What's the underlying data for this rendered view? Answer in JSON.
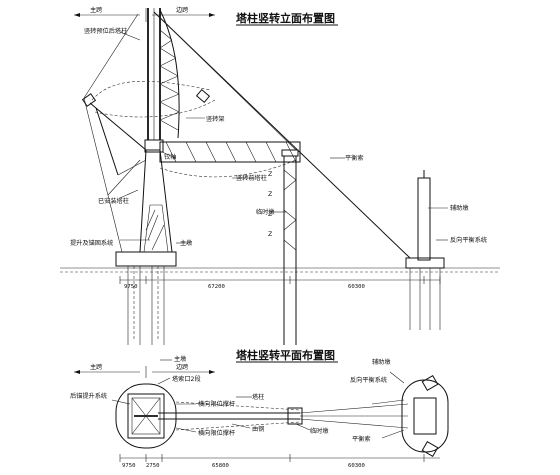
{
  "elevation": {
    "title": "塔柱竖转立面布置图",
    "labels": {
      "main_span": "主跨",
      "side_span": "边跨",
      "preposition_tower": "竖转预位后塔柱",
      "tower_frame": "竖转架",
      "hinge": "铰轴",
      "rotated_tower": "竖转前塔柱",
      "installed_tower": "已安装塔柱",
      "lift_anchor": "提升及锚固系统",
      "main_pier": "主墩",
      "temp_pier": "临时墩",
      "balance_cable": "平衡索",
      "aux_pier": "辅助墩",
      "reverse_balance": "反向平衡系统"
    },
    "dimensions": [
      "9750",
      "67200",
      "60300"
    ]
  },
  "plan": {
    "title": "塔柱竖转平面布置图",
    "labels": {
      "main_span": "主跨",
      "side_span": "边跨",
      "main_pier": "主墩",
      "tower_cable_2": "塔索口2段",
      "rear_anchor_lift": "后锚提升系统",
      "lateral_brace": "横向限位撑杆",
      "tower_column": "塔柱",
      "lateral_brace_2": "横向限位撑杆",
      "girder": "由钢",
      "temp_pier": "临时墩",
      "reverse_balance": "反向平衡系统",
      "aux_pier": "辅助墩",
      "balance_cable": "平衡索"
    },
    "dimensions": [
      "9750",
      "2750",
      "65800",
      "60300"
    ]
  }
}
